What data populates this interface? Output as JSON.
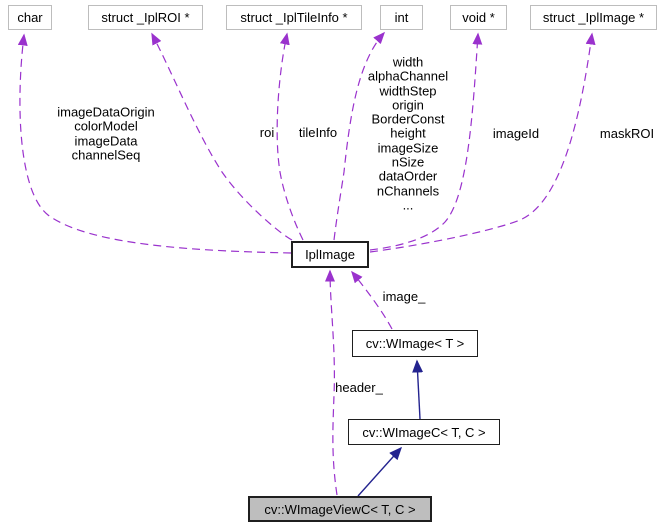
{
  "diagram": {
    "kind": "collaboration-graph",
    "colors": {
      "background": "#ffffff",
      "collaboration_edge": "#9a32cd",
      "inheritance_edge": "#23238f",
      "undocumented_node_border": "#bdbdbd",
      "documented_node_border": "#1f1f1f",
      "focus_node_fill": "#bebebe",
      "node_fill": "#ffffff",
      "text": "#000000"
    },
    "nodes": {
      "char": {
        "label": "char"
      },
      "ipl_roi_ptr": {
        "label": "struct _IplROI *"
      },
      "ipl_tileinfo_ptr": {
        "label": "struct _IplTileInfo *"
      },
      "int": {
        "label": "int"
      },
      "void_ptr": {
        "label": "void *"
      },
      "ipl_image_ptr": {
        "label": "struct _IplImage *"
      },
      "ipl_image": {
        "label": "IplImage"
      },
      "wimage": {
        "label": "cv::WImage< T >"
      },
      "wimagec": {
        "label": "cv::WImageC< T, C >"
      },
      "wimageviewc": {
        "label": "cv::WImageViewC< T, C >"
      }
    },
    "edge_labels": {
      "char_members": "imageDataOrigin\ncolorModel\nimageData\nchannelSeq",
      "roi": "roi",
      "tile_info": "tileInfo",
      "int_members": "width\nalphaChannel\nwidthStep\norigin\nBorderConst\nheight\nimageSize\nnSize\ndataOrder\nnChannels\n...",
      "image_id": "imageId",
      "mask_roi": "maskROI",
      "image": "image_",
      "header": "header_"
    }
  }
}
